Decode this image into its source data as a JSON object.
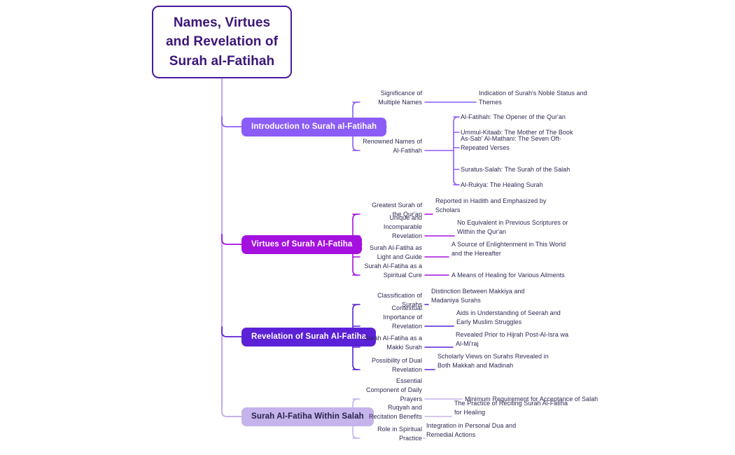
{
  "document": {
    "type": "mind-map",
    "background_color": "#ffffff"
  },
  "root": {
    "label": "Names, Virtues and Revelation of Surah al-Fatihah",
    "line1": "Names, Virtues",
    "line2": "and Revelation of",
    "line3": "Surah al-Fatihah",
    "border_color": "#4A1A9E",
    "text_color": "#3B1578",
    "fill_color": "#ffffff"
  },
  "trunk_color": "#B99BF0",
  "branches": [
    {
      "label": "Introduction to Surah al-Fatihah",
      "color": "#8B5CF6",
      "text_color": "#ffffff",
      "children": [
        {
          "label": "Significance of Multiple Names",
          "leaves": [
            {
              "label": "Indication of Surah's Noble Status and Themes"
            }
          ]
        },
        {
          "label": "Renowned Names of Al-Fatihah",
          "leaves": [
            {
              "label": "Al-Fatihah: The Opener of the Qur'an"
            },
            {
              "label": "Ummul-Kitaab: The Mother of The Book"
            },
            {
              "label": "As-Sab' Al-Mathani: The Seven Oft-Repeated Verses"
            },
            {
              "label": "Suratus-Salah: The Surah of the Salah"
            },
            {
              "label": "Al-Rukya: The Healing Surah"
            }
          ]
        }
      ]
    },
    {
      "label": "Virtues of Surah Al-Fatiha",
      "color": "#A411DE",
      "text_color": "#ffffff",
      "children": [
        {
          "label": "Greatest Surah of the Qur'an",
          "leaves": [
            {
              "label": "Reported in Hadith and Emphasized by Scholars"
            }
          ]
        },
        {
          "label": "Unique and Incomparable Revelation",
          "leaves": [
            {
              "label": "No Equivalent in Previous Scriptures or Within the Qur'an"
            }
          ]
        },
        {
          "label": "Surah Al-Fatiha as Light and Guide",
          "leaves": [
            {
              "label": "A Source of Enlightenment in This World and the Hereafter"
            }
          ]
        },
        {
          "label": "Surah Al-Fatiha as a Spiritual Cure",
          "leaves": [
            {
              "label": "A Means of Healing for Various Ailments"
            }
          ]
        }
      ]
    },
    {
      "label": "Revelation of Surah Al-Fatiha",
      "color": "#5B21D6",
      "text_color": "#ffffff",
      "children": [
        {
          "label": "Classification of Surahs",
          "leaves": [
            {
              "label": "Distinction Between Makkiya and Madaniya Surahs"
            }
          ]
        },
        {
          "label": "Contextual Importance of Revelation",
          "leaves": [
            {
              "label": "Aids in Understanding of Seerah and Early Muslim Struggles"
            }
          ]
        },
        {
          "label": "Surah Al-Fatiha as a Makki Surah",
          "leaves": [
            {
              "label": "Revealed Prior to Hijrah Post-Al-Isra wa Al-Mi'raj"
            }
          ]
        },
        {
          "label": "Possibility of Dual Revelation",
          "leaves": [
            {
              "label": "Scholarly Views on Surahs Revealed in Both Makkah and Madinah"
            }
          ]
        }
      ]
    },
    {
      "label": "Surah Al-Fatiha Within Salah",
      "color": "#C5B3EC",
      "text_color": "#24224A",
      "children": [
        {
          "label": "Essential Component of Daily Prayers",
          "leaves": [
            {
              "label": "Minimum Requirement for Acceptance of Salah"
            }
          ]
        },
        {
          "label": "Ruqyah and Recitation Benefits",
          "leaves": [
            {
              "label": "The Practice of Reciting Surah Al-Fatiha for Healing"
            }
          ]
        },
        {
          "label": "Role in Spiritual Practice",
          "leaves": [
            {
              "label": "Integration in Personal Dua and Remedial Actions"
            }
          ]
        }
      ]
    }
  ]
}
